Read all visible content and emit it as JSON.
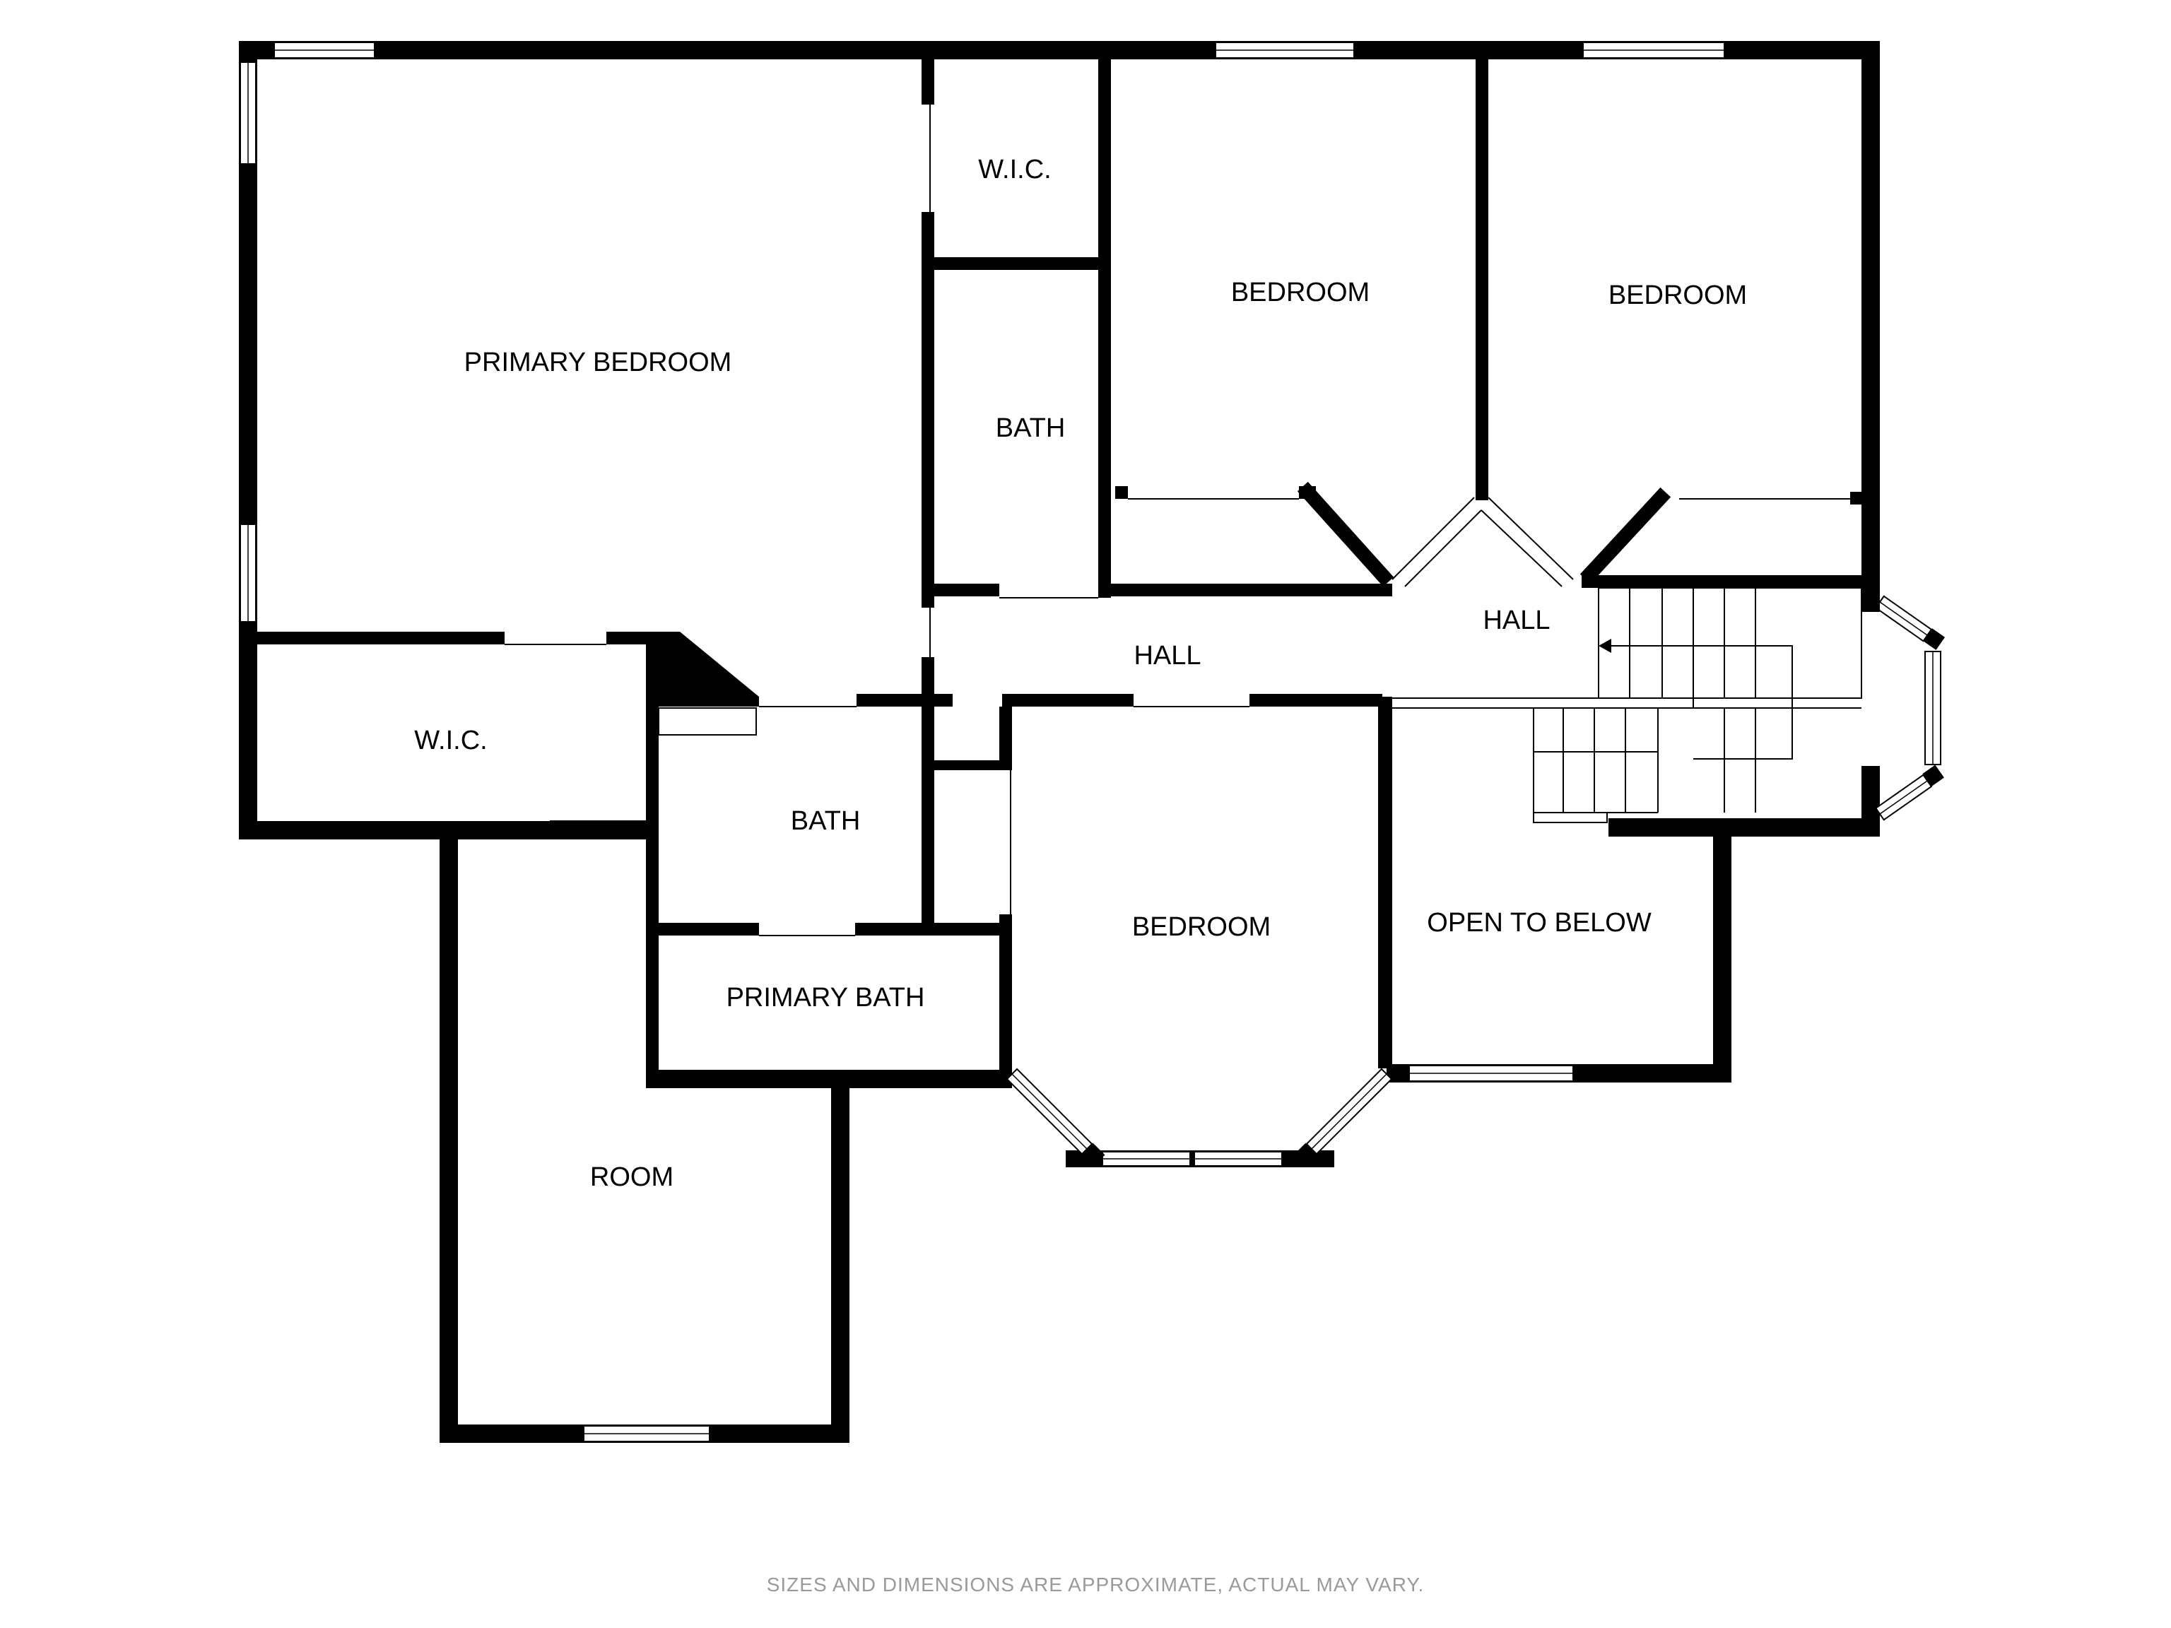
{
  "rooms": {
    "primary_bedroom": "PRIMARY BEDROOM",
    "wic_top": "W.I.C.",
    "bath_upper": "BATH",
    "bedroom_1": "BEDROOM",
    "bedroom_2": "BEDROOM",
    "hall_right": "HALL",
    "hall_center": "HALL",
    "wic_left": "W.I.C.",
    "bath_middle": "BATH",
    "bedroom_3": "BEDROOM",
    "open_to_below": "OPEN TO BELOW",
    "primary_bath": "PRIMARY BATH",
    "room": "ROOM"
  },
  "footer": {
    "disclaimer": "SIZES AND DIMENSIONS ARE APPROXIMATE, ACTUAL MAY VARY."
  },
  "colors": {
    "wall": "#000000",
    "background": "#ffffff",
    "footer_text": "#9a9a9a"
  }
}
